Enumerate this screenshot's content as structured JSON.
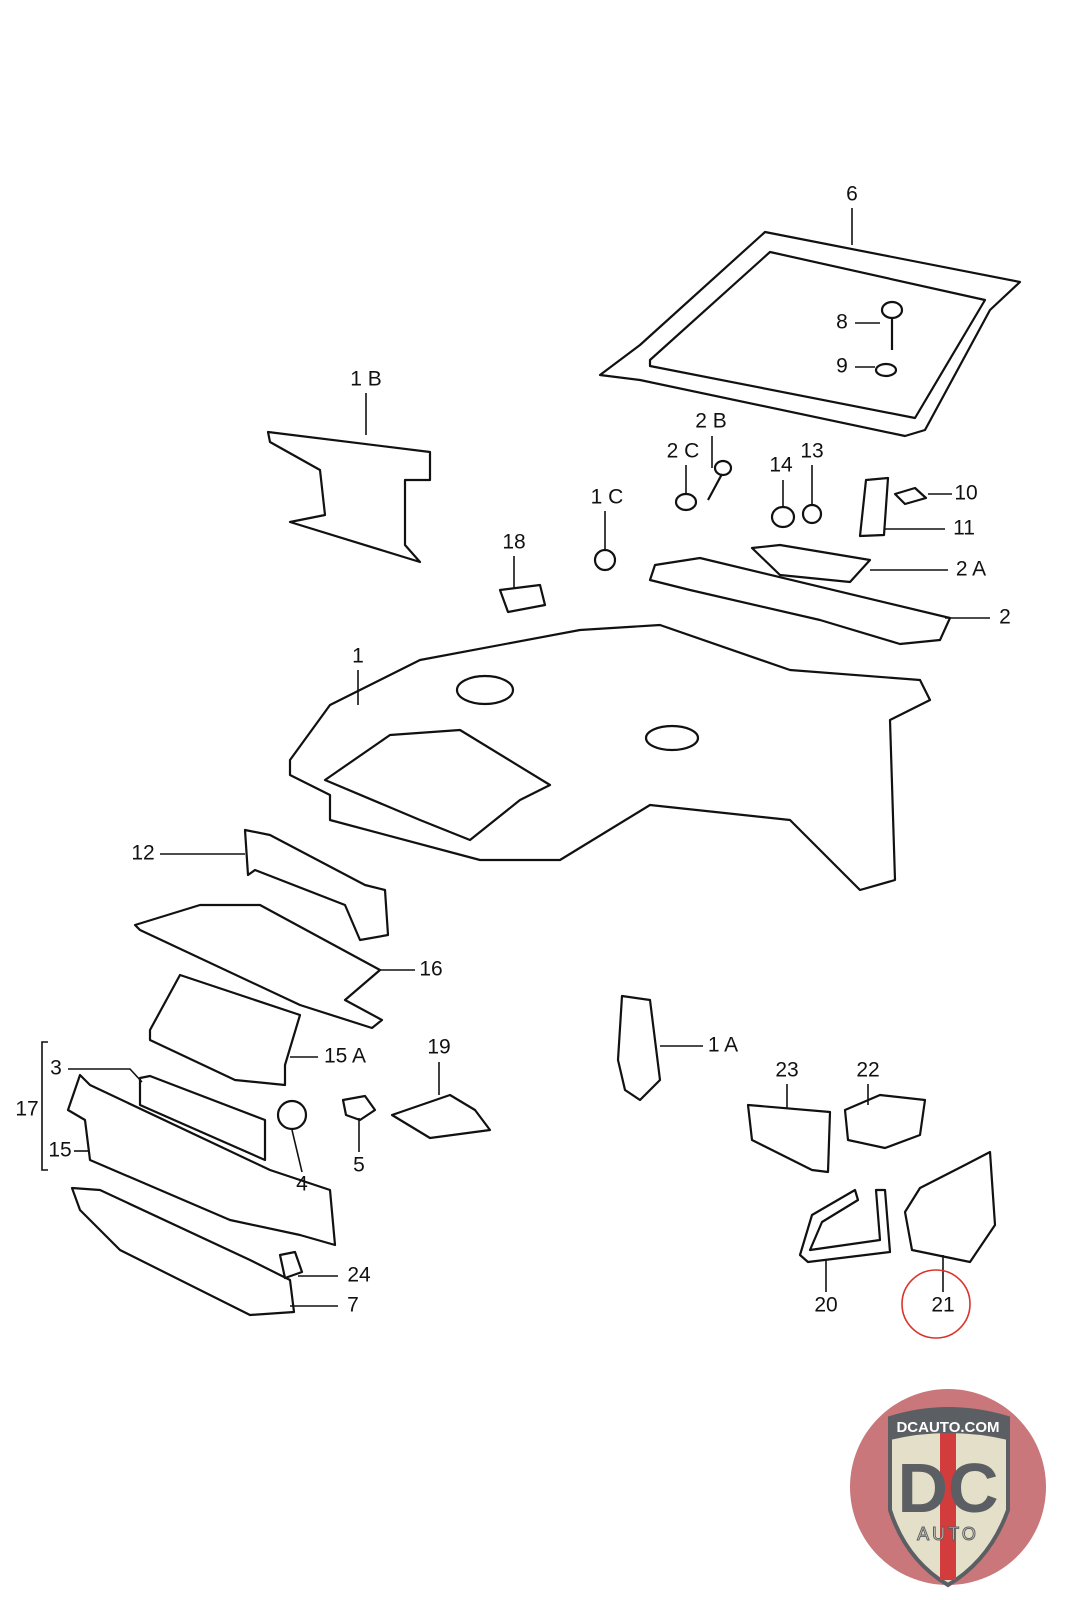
{
  "diagram": {
    "type": "exploded parts diagram",
    "callouts": [
      "6",
      "8",
      "9",
      "1 B",
      "2 B",
      "2 C",
      "14",
      "13",
      "10",
      "11",
      "1 C",
      "18",
      "2 A",
      "2",
      "1",
      "12",
      "16",
      "1 A",
      "19",
      "15 A",
      "23",
      "22",
      "3",
      "17",
      "15",
      "5",
      "4",
      "24",
      "7",
      "20",
      "21"
    ],
    "highlighted_callout": "21",
    "highlight_color": "#d9342b"
  },
  "logo": {
    "text_top": "DCAUTO.COM",
    "text_main": "DC",
    "text_sub": "AUTO",
    "colors": {
      "badge": "#c9777a",
      "shield": "#e4dfc8",
      "letters": "#5b5f63",
      "stripe": "#d23c3c"
    }
  }
}
